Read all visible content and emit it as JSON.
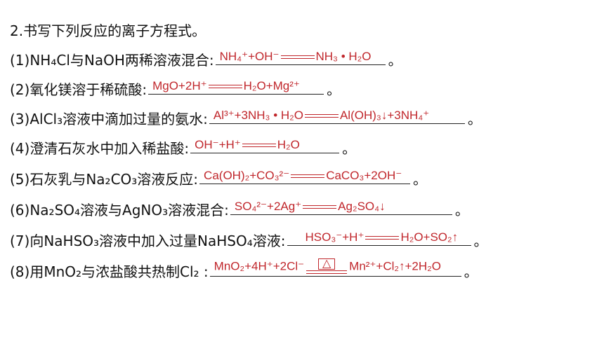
{
  "title": "2.书写下列反应的离子方程式。",
  "answer_color": "#c0262b",
  "items": [
    {
      "num": "(1)",
      "q": "NH₄Cl与NaOH两稀溶液混合:"
    },
    {
      "num": "(2)",
      "q": "氧化镁溶于稀硫酸:"
    },
    {
      "num": "(3)",
      "q": "AlCl₃溶液中滴加过量的氨水:"
    },
    {
      "num": "(4)",
      "q": "澄清石灰水中加入稀盐酸:"
    },
    {
      "num": "(5)",
      "q": "石灰乳与Na₂CO₃溶液反应:"
    },
    {
      "num": "(6)",
      "q": "Na₂SO₄溶液与AgNO₃溶液混合:"
    },
    {
      "num": "(7)",
      "q": "向NaHSO₃溶液中加入过量NaHSO₄溶液:"
    },
    {
      "num": "(8)",
      "q": "用MnO₂与浓盐酸共热制Cl₂ :"
    }
  ],
  "answers": [
    {
      "left": "NH₄⁺+OH⁻",
      "right": "NH₃ • H₂O"
    },
    {
      "left": "MgO+2H⁺",
      "right": "H₂O+Mg²⁺"
    },
    {
      "left": "Al³⁺+3NH₃ • H₂O",
      "right": "Al(OH)₃↓+3NH₄⁺"
    },
    {
      "left": "OH⁻+H⁺",
      "right": "H₂O"
    },
    {
      "left": "Ca(OH)₂+CO₃²⁻",
      "right": "CaCO₃+2OH⁻"
    },
    {
      "left": "SO₄²⁻+2Ag⁺",
      "right": "Ag₂SO₄↓"
    },
    {
      "left": "HSO₃⁻+H⁺",
      "right": "H₂O+SO₂↑"
    },
    {
      "left": "MnO₂+4H⁺+2Cl⁻",
      "condition": "△",
      "right": "Mn²⁺+Cl₂↑+2H₂O"
    }
  ],
  "end_mark": "。"
}
